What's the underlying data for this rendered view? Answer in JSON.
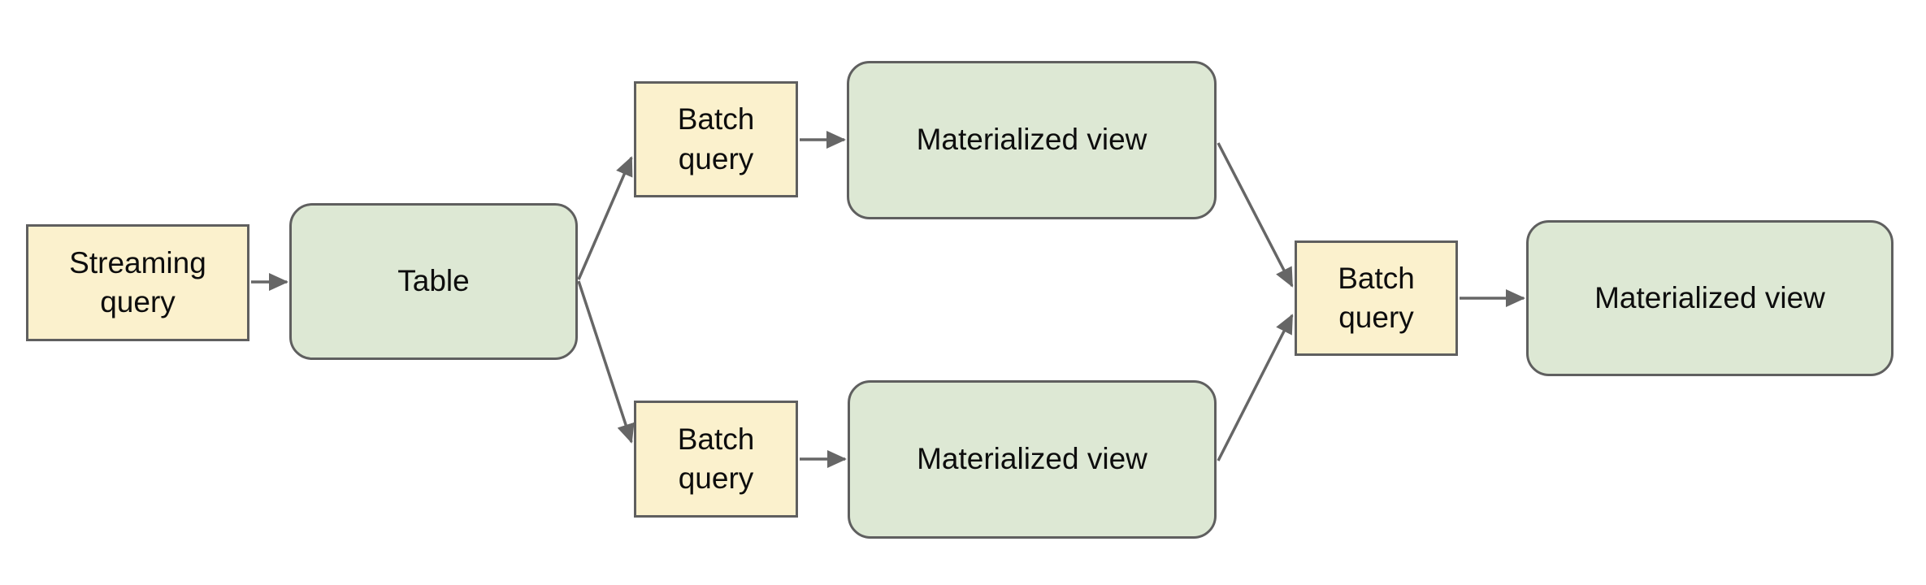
{
  "diagram": {
    "colors": {
      "background": "#ffffff",
      "query_node_fill": "#fbf1cd",
      "view_node_fill": "#dde8d4",
      "node_border": "#5f5f5f",
      "arrow": "#666666",
      "text": "#0d0d0d"
    },
    "nodes": [
      {
        "id": "streaming-query",
        "label": "Streaming query",
        "kind": "query"
      },
      {
        "id": "table",
        "label": "Table",
        "kind": "view"
      },
      {
        "id": "batch-query-top",
        "label": "Batch query",
        "kind": "query"
      },
      {
        "id": "materialized-view-top",
        "label": "Materialized view",
        "kind": "view"
      },
      {
        "id": "batch-query-bottom",
        "label": "Batch query",
        "kind": "query"
      },
      {
        "id": "materialized-view-bottom",
        "label": "Materialized view",
        "kind": "view"
      },
      {
        "id": "batch-query-right",
        "label": "Batch query",
        "kind": "query"
      },
      {
        "id": "materialized-view-right",
        "label": "Materialized view",
        "kind": "view"
      }
    ],
    "edges": [
      {
        "from": "streaming-query",
        "to": "table"
      },
      {
        "from": "table",
        "to": "batch-query-top"
      },
      {
        "from": "table",
        "to": "batch-query-bottom"
      },
      {
        "from": "batch-query-top",
        "to": "materialized-view-top"
      },
      {
        "from": "batch-query-bottom",
        "to": "materialized-view-bottom"
      },
      {
        "from": "materialized-view-top",
        "to": "batch-query-right"
      },
      {
        "from": "materialized-view-bottom",
        "to": "batch-query-right"
      },
      {
        "from": "batch-query-right",
        "to": "materialized-view-right"
      }
    ]
  }
}
